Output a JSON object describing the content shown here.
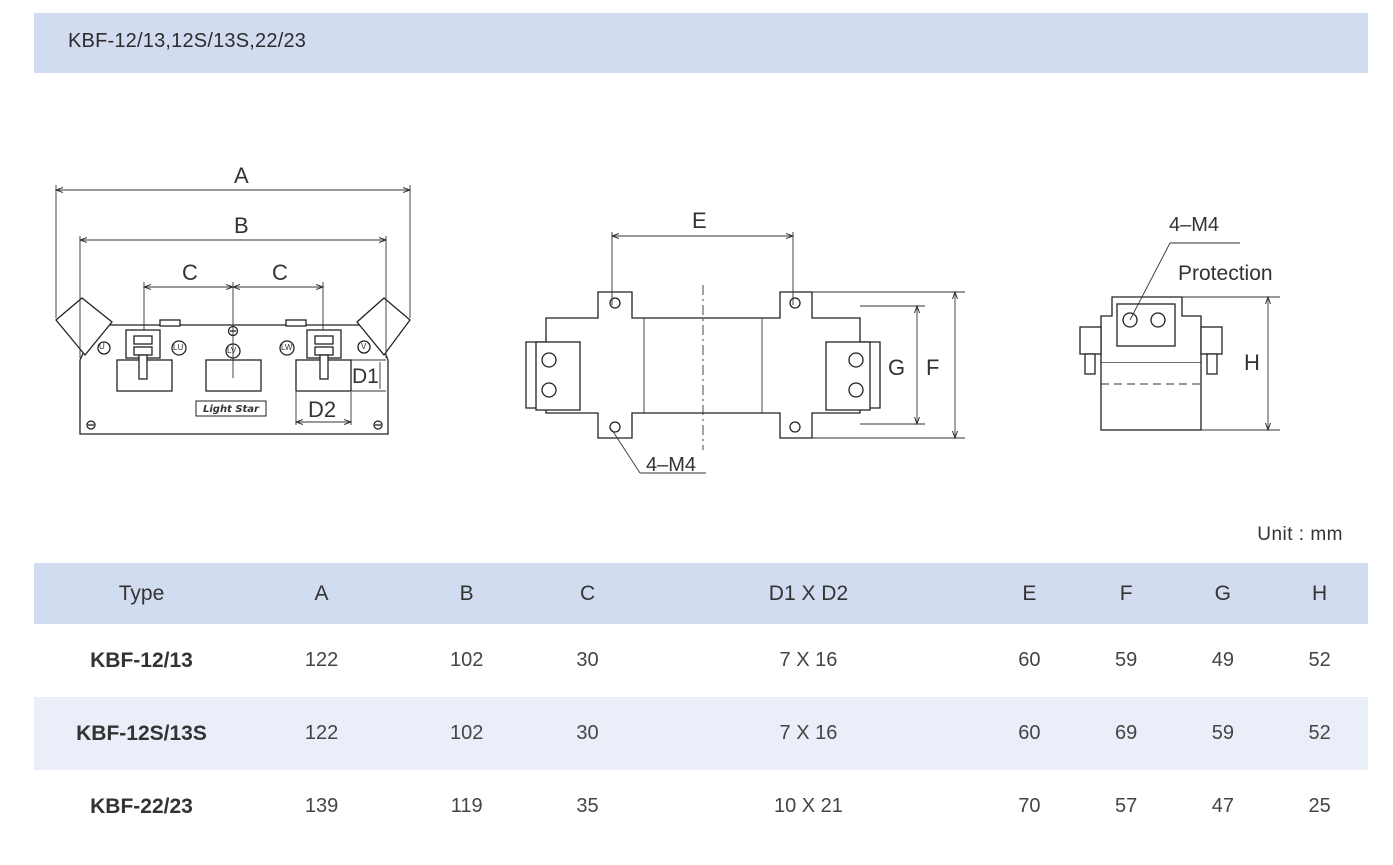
{
  "header": {
    "title": "KBF-12/13,12S/13S,22/23"
  },
  "drawing": {
    "front_labels": {
      "a": "A",
      "b": "B",
      "c1": "C",
      "c2": "C",
      "d1": "D1",
      "d2": "D2",
      "brand": "Light Star"
    },
    "terminal_labels": [
      "U",
      "LU",
      "LV",
      "LW",
      "V"
    ],
    "top_labels": {
      "e": "E",
      "f": "F",
      "g": "G",
      "holes": "4–M4"
    },
    "side_labels": {
      "holes": "4–M4",
      "protection": "Protection",
      "h": "H"
    }
  },
  "unit_label": "Unit : mm",
  "table": {
    "headers": [
      "Type",
      "A",
      "B",
      "C",
      "D1 X D2",
      "E",
      "F",
      "G",
      "H"
    ],
    "rows": [
      [
        "KBF-12/13",
        "122",
        "102",
        "30",
        "7 X 16",
        "60",
        "59",
        "49",
        "52"
      ],
      [
        "KBF-12S/13S",
        "122",
        "102",
        "30",
        "7 X 16",
        "60",
        "69",
        "59",
        "52"
      ],
      [
        "KBF-22/23",
        "139",
        "119",
        "35",
        "10 X 21",
        "70",
        "57",
        "47",
        "25"
      ]
    ]
  }
}
